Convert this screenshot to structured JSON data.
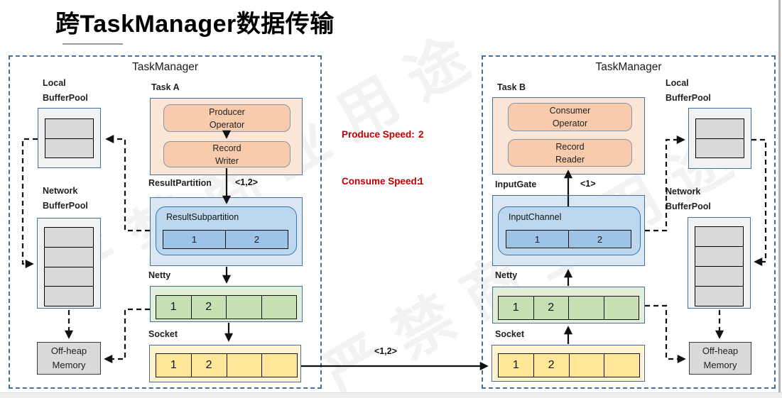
{
  "page": {
    "title": "跨TaskManager数据传输",
    "watermark": "严禁商业用途"
  },
  "speeds": {
    "produce_label": "Produce Speed:",
    "produce_value": "2",
    "consume_label": "Consume Speed:",
    "consume_value": "1"
  },
  "link_label": "<1,2>",
  "left": {
    "title": "TaskManager",
    "local_pool": {
      "line1": "Local",
      "line2": "BufferPool"
    },
    "network_pool": {
      "line1": "Network",
      "line2": "BufferPool"
    },
    "offheap": {
      "line1": "Off-heap",
      "line2": "Memory"
    },
    "task_label": "Task A",
    "operator": {
      "line1": "Producer",
      "line2": "Operator"
    },
    "writer": {
      "line1": "Record",
      "line2": "Writer"
    },
    "partition_label": "ResultPartition",
    "partition_tag": "<1,2>",
    "subpartition_label": "ResultSubpartition",
    "subpartition_cells": [
      "1",
      "2"
    ],
    "netty_label": "Netty",
    "netty_cells": [
      "1",
      "2",
      "",
      ""
    ],
    "socket_label": "Socket",
    "socket_cells": [
      "1",
      "2",
      "",
      ""
    ]
  },
  "right": {
    "title": "TaskManager",
    "task_label": "Task B",
    "operator": {
      "line1": "Consumer",
      "line2": "Operator"
    },
    "reader": {
      "line1": "Record",
      "line2": "Reader"
    },
    "gate_label": "InputGate",
    "gate_tag": "<1>",
    "channel_label": "InputChannel",
    "channel_cells": [
      "1",
      "2"
    ],
    "netty_label": "Netty",
    "netty_cells": [
      "1",
      "2",
      "",
      ""
    ],
    "socket_label": "Socket",
    "socket_cells": [
      "1",
      "2",
      "",
      ""
    ],
    "local_pool": {
      "line1": "Local",
      "line2": "BufferPool"
    },
    "network_pool": {
      "line1": "Network",
      "line2": "BufferPool"
    },
    "offheap": {
      "line1": "Off-heap",
      "line2": "Memory"
    }
  },
  "colors": {
    "panel_border": "#41719C",
    "task_fill": "#FBE5D6",
    "operator_fill": "#F8CBAD",
    "partition_fill": "#DAE7F3",
    "subpartition_fill": "#BDD7EE",
    "buffer_cell_blue": "#9DC3E6",
    "netty_fill": "#E2EFDA",
    "netty_cell_fill": "#C6E0B4",
    "socket_fill": "#FFF2CC",
    "socket_cell_fill": "#FFE699",
    "pool_fill": "#F2F2F2",
    "pool_cell_fill": "#D9D9D9",
    "speed_text": "#C00000"
  }
}
